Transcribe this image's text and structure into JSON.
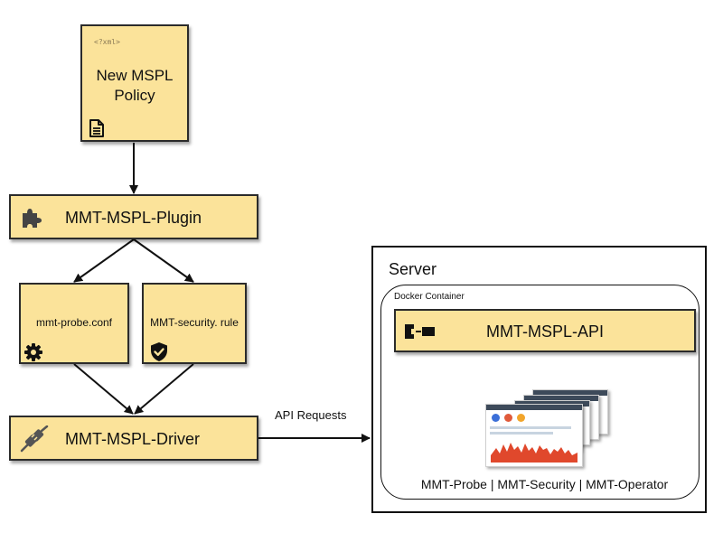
{
  "policy": {
    "xml_tag": "<?xml>",
    "title": "New MSPL\nPolicy",
    "icon": "document-icon"
  },
  "plugin": {
    "label": "MMT-MSPL-Plugin",
    "icon": "puzzle-icon"
  },
  "probe_conf": {
    "label": "mmt-probe.conf",
    "icon": "gear-icon"
  },
  "security_rule": {
    "label": "MMT-security. rule",
    "icon": "shield-check-icon"
  },
  "driver": {
    "label": "MMT-MSPL-Driver",
    "icon": "plug-icon"
  },
  "edge_label": "API Requests",
  "server": {
    "label": "Server"
  },
  "docker": {
    "label": "Docker Container",
    "api": {
      "label": "MMT-MSPL-API",
      "icon": "api-connector-icon"
    },
    "caption": "MMT-Probe | MMT-Security | MMT-Operator"
  },
  "colors": {
    "node_fill": "#fbe39a",
    "border": "#2b2b2b"
  }
}
